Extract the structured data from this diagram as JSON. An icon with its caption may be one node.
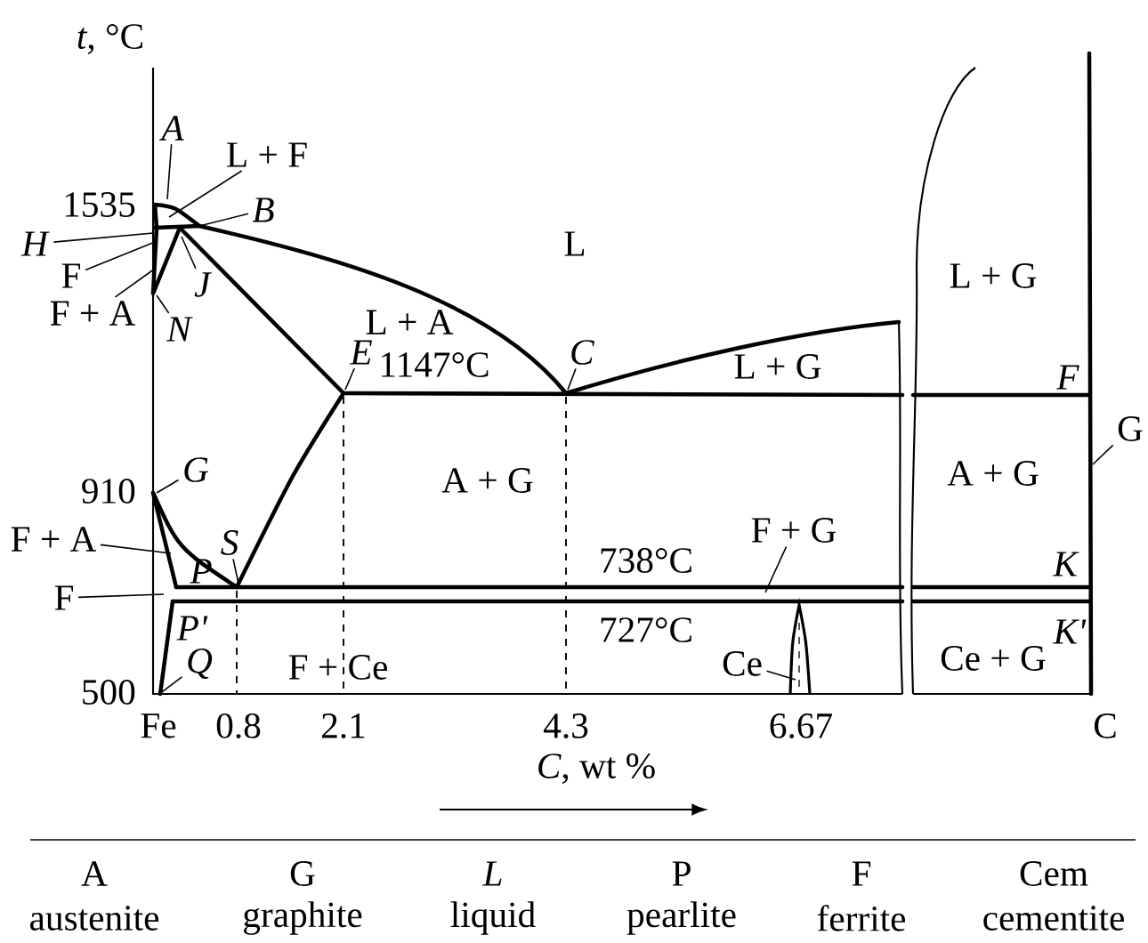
{
  "diagram": {
    "nodes": [
      {
        "text": [
          "*A*"
        ]
      },
      {
        "text": [
          "L + F"
        ]
      },
      {
        "text": [
          "*B*"
        ]
      },
      {
        "text": [
          "*H*"
        ]
      },
      {
        "text": [
          "F"
        ]
      },
      {
        "text": [
          "*J*"
        ]
      },
      {
        "text": [
          "F + A"
        ]
      },
      {
        "text": [
          "*N*"
        ]
      },
      {
        "text": [
          "*E*"
        ]
      },
      {
        "text": [
          "*C*"
        ]
      },
      {
        "text": [
          "*G*"
        ]
      },
      {
        "text": [
          "F + A"
        ]
      },
      {
        "text": [
          "*S*"
        ]
      },
      {
        "text": [
          "F"
        ]
      },
      {
        "text": [
          "*Q*"
        ]
      },
      {
        "text": [
          "F + G"
        ]
      },
      {
        "text": [
          "Ce"
        ]
      },
      {
        "text": [
          "G"
        ]
      }
    ],
    "edges": [
      {
        "from": 0,
        "to": null,
        "arrow": "none"
      },
      {
        "from": 1,
        "to": null,
        "arrow": "none"
      },
      {
        "from": 2,
        "to": null,
        "arrow": "none"
      },
      {
        "from": 3,
        "to": null,
        "arrow": "none"
      },
      {
        "from": 4,
        "to": null,
        "arrow": "none"
      },
      {
        "from": 5,
        "to": null,
        "arrow": "none"
      },
      {
        "from": 6,
        "to": null,
        "arrow": "none"
      },
      {
        "from": 7,
        "to": null,
        "arrow": "none"
      },
      {
        "from": 8,
        "to": null,
        "arrow": "none"
      },
      {
        "from": 9,
        "to": null,
        "arrow": "none"
      },
      {
        "from": 10,
        "to": null,
        "arrow": "none"
      },
      {
        "from": 11,
        "to": null,
        "arrow": "none"
      },
      {
        "from": 12,
        "to": null,
        "arrow": "none"
      },
      {
        "from": 13,
        "to": null,
        "arrow": "none"
      },
      {
        "from": 14,
        "to": null,
        "arrow": "none"
      },
      {
        "from": 15,
        "to": null,
        "arrow": "none"
      },
      {
        "from": 16,
        "to": null,
        "arrow": "none"
      },
      {
        "from": 17,
        "to": null,
        "arrow": "none"
      }
    ],
    "labels": [
      "*t*, °C",
      "1535",
      "L",
      "L + A",
      "1147°C",
      "L + G",
      "L + G",
      "*F*",
      "910",
      "A + G",
      "A + G",
      "*P*",
      "738°C",
      "*K*",
      "*P'*",
      "727°C",
      "*K'*",
      "F + Ce",
      "Ce + G",
      "500",
      "Fe",
      "0.8",
      "2.1",
      "4.3",
      "6.67",
      "C",
      "*C*, wt %",
      "A",
      "G",
      "*L*",
      "P",
      "F",
      "Cem",
      "austenite",
      "graphite",
      "liquid",
      "pearlite",
      "ferrite",
      "cementite"
    ]
  }
}
